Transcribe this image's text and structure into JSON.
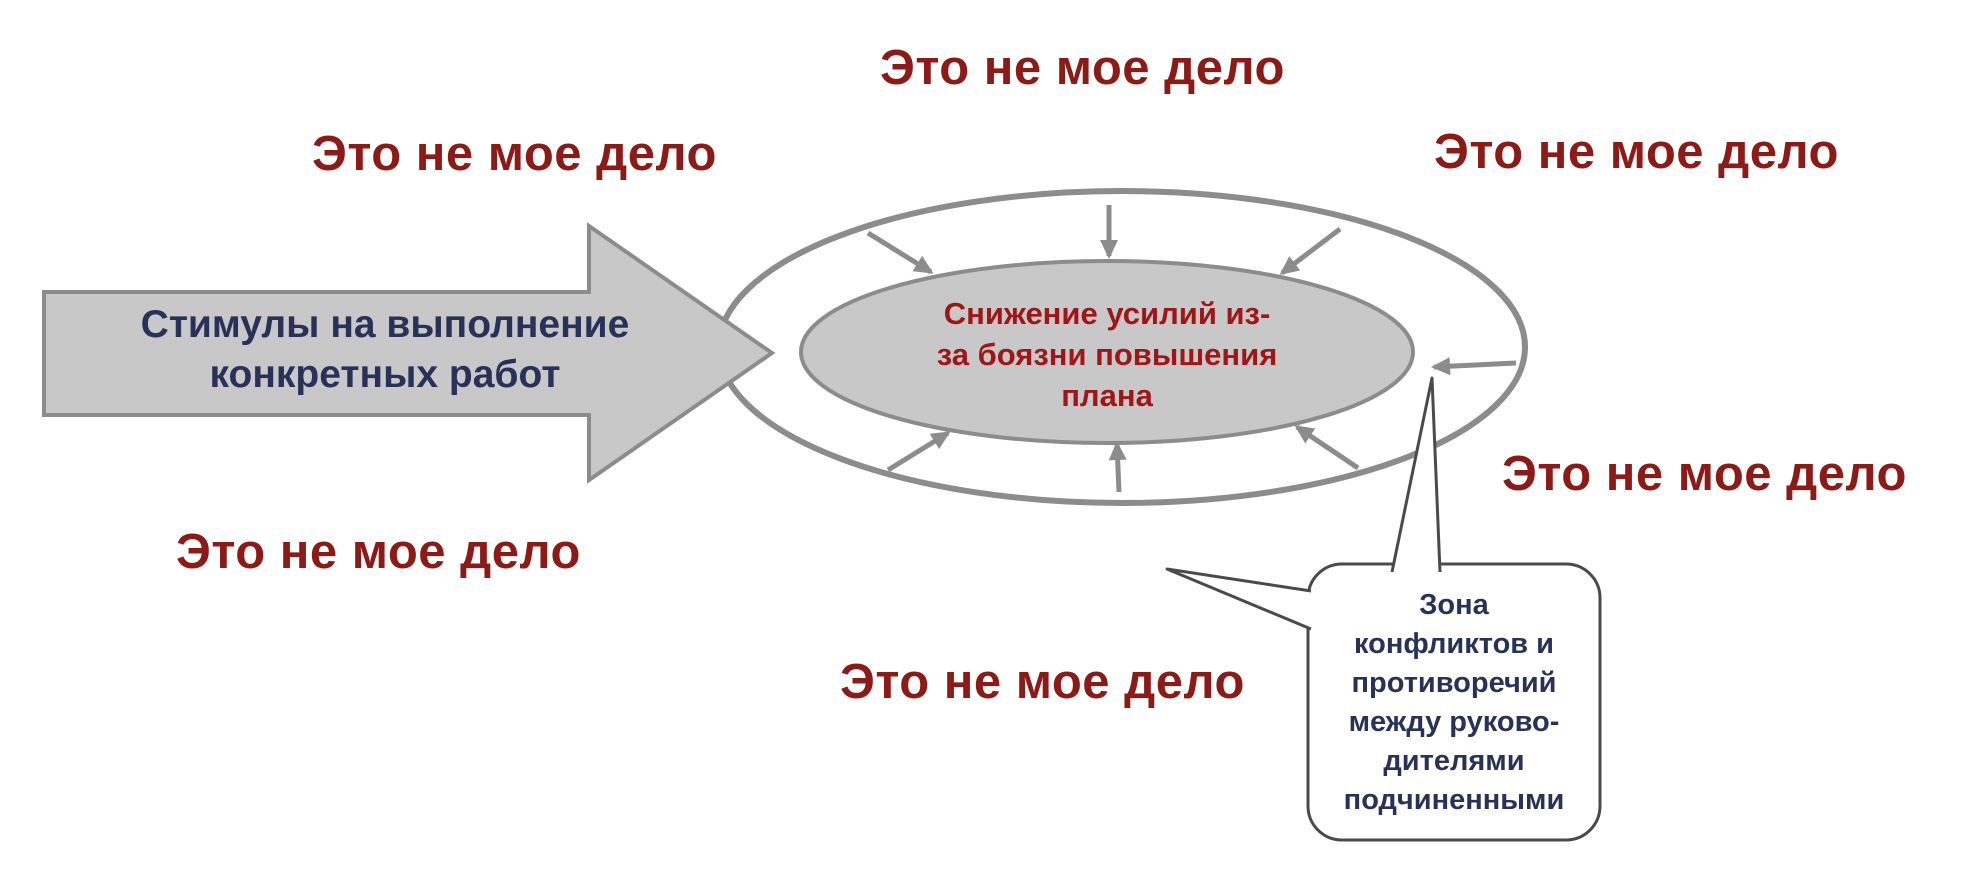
{
  "diagram": {
    "repeat_label": "Это не мое дело",
    "arrow": {
      "lines": [
        "Стимулы на выполнение",
        "конкретных работ"
      ]
    },
    "center": {
      "lines": [
        "Снижение усилий из-",
        "за боязни повышения",
        "плана"
      ]
    },
    "callout": {
      "lines": [
        "Зона",
        "конфликтов и",
        "противоречий",
        "между руково-",
        "дителями",
        "подчиненными"
      ]
    },
    "colors": {
      "label_red": "#8C1A17",
      "center_red": "#A01518",
      "navy": "#283157",
      "shape_gray": "#8C8C8C",
      "fill_gray": "#C8C8C8",
      "outline_dark": "#4A4A4A"
    }
  }
}
